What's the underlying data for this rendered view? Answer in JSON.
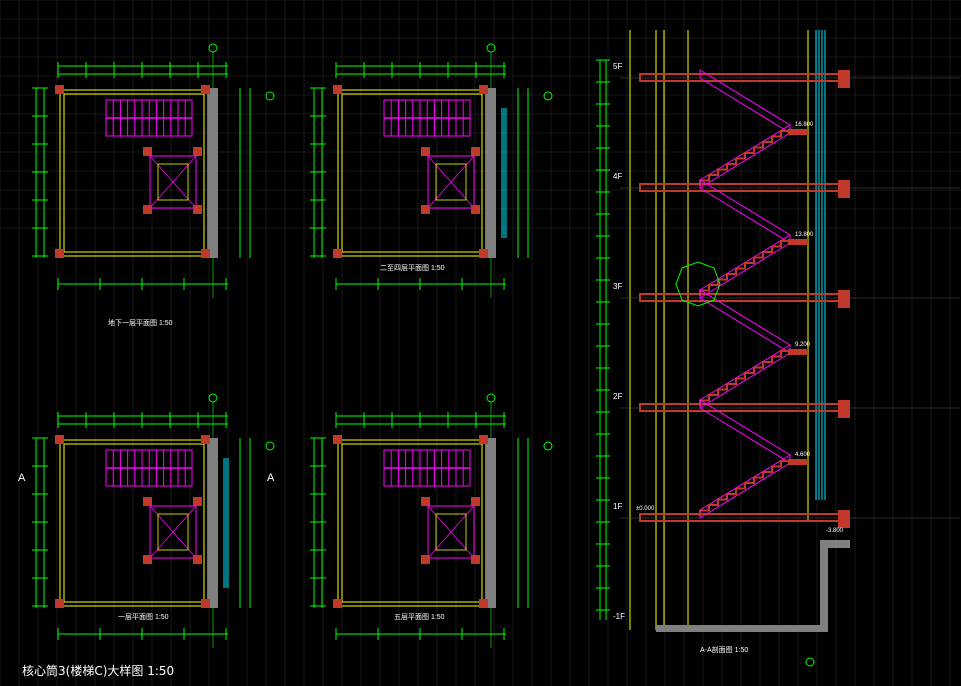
{
  "drawing": {
    "title": "核心筒3(楼梯C)大样图 1:50",
    "colors": {
      "background": "#000000",
      "grid": "#2a2a2a",
      "wall": "#ffff00",
      "dimension": "#00ff00",
      "stair": "#ff00ff",
      "column": "#c0392b",
      "glazing": "#00e5ff",
      "concrete": "#808080",
      "text": "#ffffff"
    },
    "plans": [
      {
        "name": "plan-basement",
        "caption": "地下一层平面图  1:50"
      },
      {
        "name": "plan-upper",
        "caption": "二至四层平面图  1:50"
      },
      {
        "name": "plan-ground",
        "caption": "一层平面图  1:50"
      },
      {
        "name": "plan-roof",
        "caption": "五层平面图  1:50"
      }
    ],
    "section": {
      "caption": "A-A剖面图  1:50",
      "cut_mark": "A",
      "floors": [
        "5F",
        "4F",
        "3F",
        "2F",
        "1F",
        "-1F"
      ],
      "levels": [
        "16.800",
        "13.800",
        "9.200",
        "4.600",
        "±0.000",
        "-3.800"
      ]
    }
  }
}
